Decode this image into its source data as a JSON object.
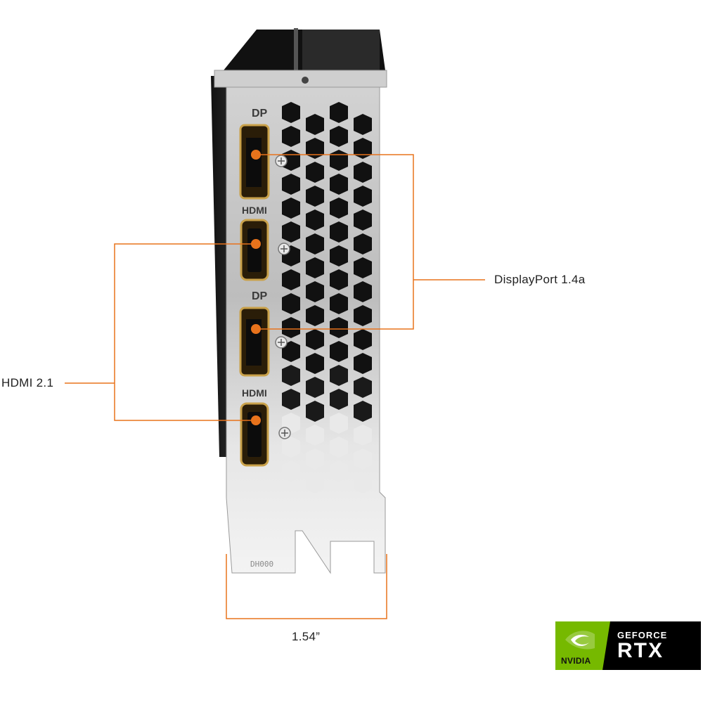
{
  "callouts": {
    "displayport": "DisplayPort 1.4a",
    "hdmi": "HDMI 2.1",
    "width": "1.54”"
  },
  "bracket": {
    "port_labels": [
      "DP",
      "HDMI",
      "DP",
      "HDMI"
    ],
    "code": "DH000"
  },
  "logo": {
    "brand": "NVIDIA",
    "line1": "GEFORCE",
    "line2": "RTX"
  },
  "colors": {
    "accent": "#e8731c",
    "bracket_silver": "#b8b8b8",
    "nvidia_green": "#76b900"
  }
}
